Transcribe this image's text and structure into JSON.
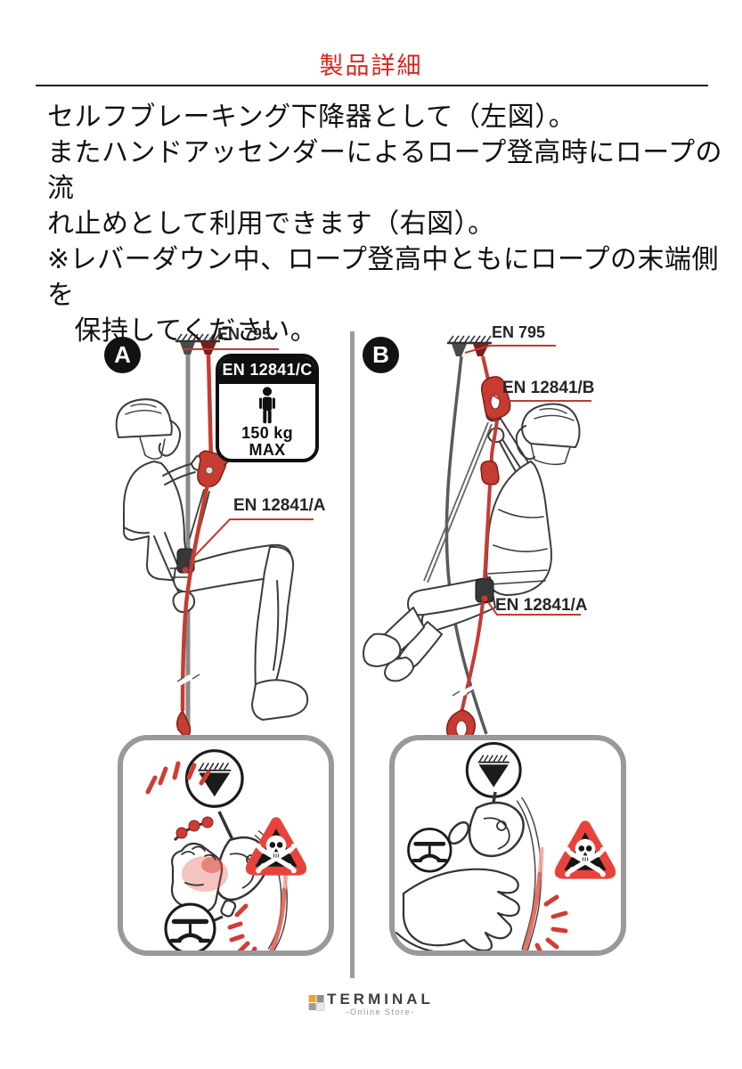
{
  "title": "製品詳細",
  "intro": "セルフブレーキング下降器として（左図）。\nまたハンドアッセンダーによるロープ登高時にロープの流\nれ止めとして利用できます（右図）。\n※レバーダウン中、ロープ登高中ともにロープの末端側を\n　保持してください。",
  "figure_a": {
    "badge": "A",
    "anchor_label": "EN 795",
    "rope_device_label": "EN 12841/A",
    "cert": {
      "standard": "EN 12841/C",
      "weight": "150 kg",
      "max": "MAX",
      "icon": "person-pictogram-icon"
    }
  },
  "figure_b": {
    "badge": "B",
    "anchor_label": "EN 795",
    "ascender_label": "EN 12841/B",
    "rope_device_label": "EN 12841/A"
  },
  "warning_insets": {
    "left_icons": [
      "anchor-symbol-icon",
      "hand-gripping-descender-icon",
      "harness-symbol-icon",
      "skull-crossbones-warning-icon"
    ],
    "right_icons": [
      "anchor-symbol-icon",
      "descender-icon",
      "harness-symbol-icon",
      "open-hand-icon",
      "skull-crossbones-warning-icon"
    ]
  },
  "footer": {
    "brand": "TERMINAL",
    "tagline": "-Online Store-"
  },
  "colors": {
    "accent_red": "#D9251D",
    "diagram_red": "#C63C31",
    "leader_red": "#C43A30",
    "warning_red": "#E8433B",
    "divider_gray": "#9B9B9B",
    "logo_orange": "#F2A21E"
  }
}
